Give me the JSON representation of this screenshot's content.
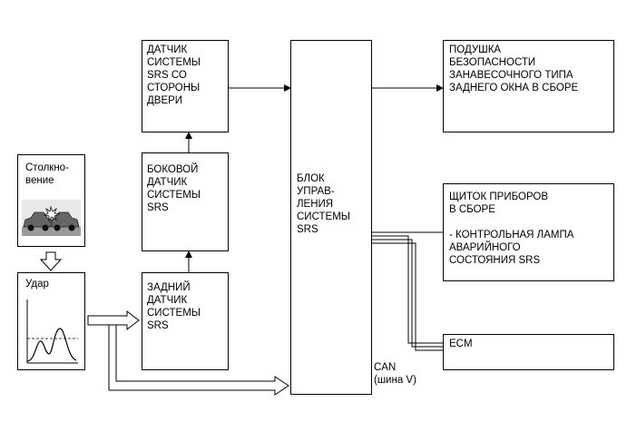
{
  "boxes": {
    "door_sensor": "ДАТЧИК\nСИСТЕМЫ\nSRS СО\nСТОРОНЫ\nДВЕРИ",
    "side_sensor": "БОКОВОЙ\nДАТЧИК\nСИСТЕМЫ\nSRS",
    "rear_sensor": "ЗАДНИЙ\nДАТЧИК\nСИСТЕМЫ\nSRS",
    "control_unit": "БЛОК\nУПРАВ-\nЛЕНИЯ\nСИСТЕМЫ\nSRS",
    "airbag": "ПОДУШКА\nБЕЗОПАСНОСТИ\nЗАНАВЕСОЧНОГО ТИПА\nЗАДНЕГО ОКНА В СБОРЕ",
    "instrument_panel": "ЩИТОК ПРИБОРОВ\nВ СБОРЕ\n\n- КОНТРОЛЬНАЯ ЛАМПА\nАВАРИЙНОГО\nСОСТОЯНИЯ SRS",
    "ecm": "ECM",
    "collision": "Столкно-\nвение",
    "impact": "Удар"
  },
  "can_label": "CAN\n(шина V)"
}
